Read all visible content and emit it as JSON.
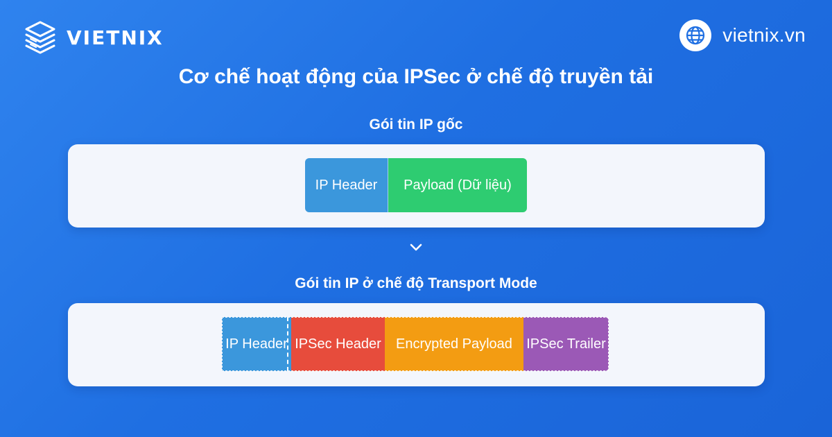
{
  "brand": {
    "name": "VIETNIX",
    "logo_icon": "stacked-layers-icon"
  },
  "site": {
    "url": "vietnix.vn",
    "icon": "globe-icon"
  },
  "title": "Cơ chế hoạt động của IPSec ở chế độ truyền tải",
  "original_packet": {
    "title": "Gói tin IP gốc",
    "segments": [
      {
        "label": "IP Header",
        "color": "#3b97dc"
      },
      {
        "label": "Payload (Dữ liệu)",
        "color": "#2ecc71"
      }
    ]
  },
  "arrow_icon": "chevron-down-icon",
  "transport_packet": {
    "title": "Gói tin IP ở chế độ Transport Mode",
    "segments": [
      {
        "label": "IP Header",
        "color": "#3b97dc"
      },
      {
        "label": "IPSec Header",
        "color": "#e74c3c"
      },
      {
        "label": "Encrypted Payload",
        "color": "#f39c12"
      },
      {
        "label": "IPSec Trailer",
        "color": "#9b59b6"
      }
    ]
  }
}
